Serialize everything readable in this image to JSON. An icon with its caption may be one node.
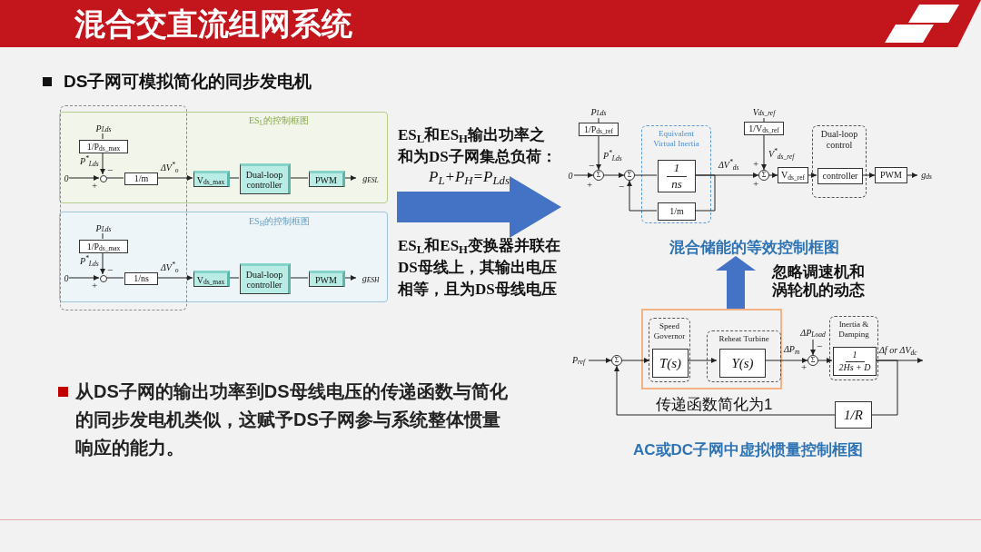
{
  "diagram": {
    "title": "混合交直流组网系统",
    "nodes": [
      {
        "text": [
          "ES$_{L}$的控制框图"
        ]
      },
      {
        "text": [
          "P$_{Lds}$"
        ],
        "in": 0
      },
      {
        "text": [
          "1/P$_{ds_max}$"
        ],
        "in": 0
      },
      {
        "text": [
          "0"
        ],
        "in": 0
      },
      {
        "text": [],
        "shape": "circle",
        "in": 0,
        "beside": [
          "−",
          "+"
        ]
      },
      {
        "text": [
          "1/m"
        ],
        "in": 0
      },
      {
        "text": [
          "V$_{ds_max}$"
        ],
        "in": 0
      },
      {
        "text": [
          "Dual-loop controller"
        ],
        "in": 0
      },
      {
        "text": [
          "PWM"
        ],
        "in": 0
      },
      {
        "text": [
          "g$_{ESL}$"
        ],
        "in": 0
      },
      {
        "text": [
          "ES$_{H}$的控制框图"
        ]
      },
      {
        "text": [
          "P$_{Lds}$"
        ],
        "in": 10
      },
      {
        "text": [
          "1/P$_{ds_max}$"
        ],
        "in": 10
      },
      {
        "text": [
          "0"
        ],
        "in": 10
      },
      {
        "text": [],
        "shape": "circle",
        "in": 10,
        "beside": [
          "−",
          "+"
        ]
      },
      {
        "text": [
          "1/ns"
        ],
        "in": 10
      },
      {
        "text": [
          "V$_{ds_max}$"
        ],
        "in": 10
      },
      {
        "text": [
          "Dual-loop controller"
        ],
        "in": 10
      },
      {
        "text": [
          "PWM"
        ],
        "in": 10
      },
      {
        "text": [
          "g$_{ESH}$"
        ],
        "in": 10
      },
      {
        "text": [
          "P$_{Lds}$"
        ]
      },
      {
        "text": [
          "1/P$_{ds_ref}$"
        ]
      },
      {
        "text": [
          "0"
        ]
      },
      {
        "text": [
          "Σ"
        ],
        "beside": [
          "−",
          "+"
        ]
      },
      {
        "text": [
          "Σ"
        ],
        "beside": [
          "−"
        ]
      },
      {
        "text": [
          "Equivalent Virtual Inertia"
        ]
      },
      {
        "text": [
          "1",
          "ns"
        ],
        "in": 25
      },
      {
        "text": [
          "1/m"
        ],
        "in": 25
      },
      {
        "text": [
          "V$_{ds_ref}$"
        ]
      },
      {
        "text": [
          "1/V$_{ds_ref}$"
        ]
      },
      {
        "text": [
          "Σ"
        ],
        "beside": [
          "+",
          "+"
        ]
      },
      {
        "text": [
          "V$_{ds_ref}$"
        ]
      },
      {
        "text": [
          "Dual-loop control"
        ]
      },
      {
        "text": [
          "controller"
        ],
        "in": 32
      },
      {
        "text": [
          "PWM"
        ]
      },
      {
        "text": [
          "g$_{ds}$"
        ]
      },
      {
        "text": [
          "混合储能的等效控制框图"
        ]
      },
      {
        "text": [
          "P$_{ref}$"
        ]
      },
      {
        "text": [
          "Σ"
        ]
      },
      {
        "text": [],
        "shape": "box",
        "beside": [
          "传递函数简化为1"
        ]
      },
      {
        "text": [
          "Speed Governor"
        ],
        "in": 39
      },
      {
        "text": [
          "T(s)"
        ],
        "in": 40
      },
      {
        "text": [
          "Reheat Turbine"
        ],
        "in": 39
      },
      {
        "text": [
          "Y(s)"
        ],
        "in": 42
      },
      {
        "text": [
          "ΔP$_{Load}$"
        ]
      },
      {
        "text": [
          "Σ"
        ],
        "beside": [
          "−",
          "+"
        ]
      },
      {
        "text": [
          "Inertia & Damping"
        ]
      },
      {
        "text": [
          "1",
          "2Hs + D"
        ],
        "in": 46
      },
      {
        "text": [
          "1/R"
        ]
      }
    ],
    "edges": [
      {
        "from": 1,
        "to": 2,
        "arrow": "none"
      },
      {
        "from": 2,
        "to": 4,
        "arrow": "to",
        "label": "P$^{*}$$_{Lds}$"
      },
      {
        "from": 3,
        "to": 4,
        "arrow": "to"
      },
      {
        "from": 4,
        "to": 5,
        "arrow": "none"
      },
      {
        "from": 5,
        "to": 6,
        "arrow": "to",
        "label": "ΔV$^{*}$$_{o}$"
      },
      {
        "from": 6,
        "to": 7,
        "arrow": "none"
      },
      {
        "from": 7,
        "to": 8,
        "arrow": "none"
      },
      {
        "from": 8,
        "to": 9,
        "arrow": "to"
      },
      {
        "from": 11,
        "to": 12,
        "arrow": "none"
      },
      {
        "from": 12,
        "to": 14,
        "arrow": "to",
        "label": "P$^{*}$$_{Lds}$"
      },
      {
        "from": 13,
        "to": 14,
        "arrow": "to"
      },
      {
        "from": 14,
        "to": 15,
        "arrow": "none"
      },
      {
        "from": 15,
        "to": 16,
        "arrow": "to",
        "label": "ΔV$^{*}$$_{o}$"
      },
      {
        "from": 16,
        "to": 17,
        "arrow": "none"
      },
      {
        "from": 17,
        "to": 18,
        "arrow": "none"
      },
      {
        "from": 18,
        "to": 19,
        "arrow": "to"
      },
      {
        "from": 20,
        "to": 21,
        "arrow": "none"
      },
      {
        "from": 21,
        "to": 23,
        "arrow": "to",
        "label": "P$^{*}$$_{Lds}$"
      },
      {
        "from": 22,
        "to": 23,
        "arrow": "to"
      },
      {
        "from": 23,
        "to": 24,
        "arrow": "to"
      },
      {
        "from": 24,
        "to": 26,
        "arrow": "none"
      },
      {
        "from": 26,
        "to": 30,
        "arrow": "to",
        "label": "ΔV$^{*}$$_{ds}$"
      },
      {
        "from": 26,
        "to": 27,
        "arrow": "none"
      },
      {
        "from": 27,
        "to": 24,
        "arrow": "to"
      },
      {
        "from": 28,
        "to": 29,
        "arrow": "none"
      },
      {
        "from": 29,
        "to": 30,
        "arrow": "to",
        "label": "V$^{*}$$_{ds_ref}$"
      },
      {
        "from": 30,
        "to": 31,
        "arrow": "to"
      },
      {
        "from": 31,
        "to": 33,
        "arrow": "to"
      },
      {
        "from": 33,
        "to": 34,
        "arrow": "to"
      },
      {
        "from": 34,
        "to": 35,
        "arrow": "to"
      },
      {
        "from": 39,
        "to": 36,
        "arrow": "to",
        "label": "忽略调速机和涡轮机的动态",
        "style": "thick",
        "color": "#4472c4"
      },
      {
        "from": 37,
        "to": 38,
        "arrow": "to"
      },
      {
        "from": 38,
        "to": 41,
        "arrow": "to"
      },
      {
        "from": 41,
        "to": 43,
        "arrow": "to"
      },
      {
        "from": 43,
        "to": 45,
        "arrow": "to",
        "label": "ΔP$_{m}$"
      },
      {
        "from": 44,
        "to": 45,
        "arrow": "to"
      },
      {
        "from": 45,
        "to": 47,
        "arrow": "to"
      },
      {
        "from": 47,
        "to": null,
        "arrow": "to",
        "label": "Δf or ΔV$_{dc}$"
      },
      {
        "from": 47,
        "to": 48,
        "arrow": "none"
      },
      {
        "from": 48,
        "to": 38,
        "arrow": "to"
      }
    ],
    "labels": [
      "DS子网可模拟简化的同步发电机",
      "ES$_{L}$和ES$_{H}$输出功率之和为DS子网集总负荷：",
      "P$_{L}$+P$_{H}$=P$_{Lds}$",
      "ES$_{L}$和ES$_{H}$变换器并联在DS母线上，其输出电压相等，且为DS母线电压",
      "从DS子网的输出功率到DS母线电压的传递函数与简化的同步发电机类似，这赋予DS子网参与系统整体惯量响应的能力。",
      "AC或DC子网中虚拟惯量控制框图"
    ]
  }
}
